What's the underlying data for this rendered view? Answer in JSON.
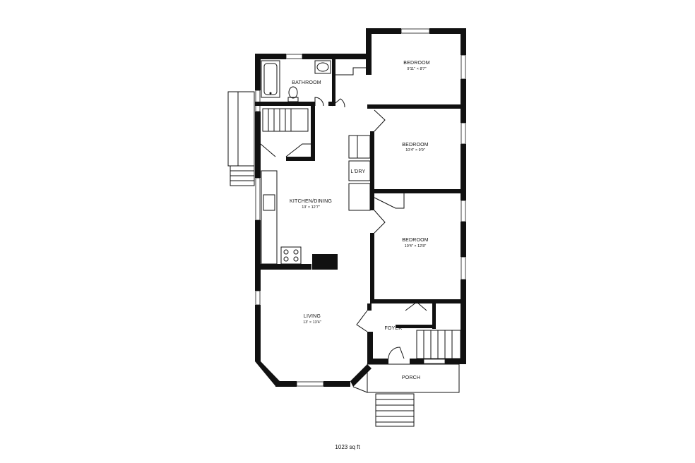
{
  "rooms": {
    "bedroom1": {
      "name": "BEDROOM",
      "dims": "9'11\" × 8'7\""
    },
    "bedroom2": {
      "name": "BEDROOM",
      "dims": "10'4\" × 9'9\""
    },
    "bedroom3": {
      "name": "BEDROOM",
      "dims": "10'4\" × 12'8\""
    },
    "bathroom": {
      "name": "BATHROOM"
    },
    "kitchen": {
      "name": "KITCHEN/DINING",
      "dims": "13' × 12'7\""
    },
    "laundry": {
      "name": "L'DRY"
    },
    "living": {
      "name": "LIVING",
      "dims": "13' × 13'4\""
    },
    "foyer": {
      "name": "FOYER"
    },
    "porch": {
      "name": "PORCH"
    }
  },
  "total_area": "1023 sq ft"
}
